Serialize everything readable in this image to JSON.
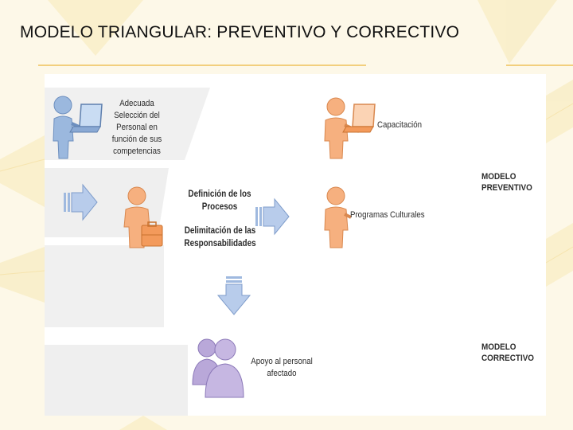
{
  "slide": {
    "title": "MODELO TRIANGULAR: PREVENTIVO Y CORRECTIVO"
  },
  "diagram": {
    "seleccion": "Adecuada\nSelección del\nPersonal en\nfunción de sus\ncompetencias",
    "definicion": "Definición de los\nProcesos",
    "delimitacion": "Delimitación de las\nResponsabilidades",
    "capacitacion": "Capacitación",
    "programas": "Programas Culturales",
    "apoyo": "Apoyo al personal\nafectado",
    "modelo_preventivo": "MODELO\nPREVENTIVO",
    "modelo_correctivo": "MODELO\nCORRECTIVO"
  },
  "colors": {
    "background": "#fdf8e8",
    "accent_rule": "#f2cf7d",
    "person_orange": "#f6b07f",
    "person_blue": "#9bb8de",
    "person_purple": "#b9a8d9",
    "arrow_blue": "#9fb9df"
  },
  "icons": [
    "person-laptop-blue-icon",
    "arrow-right-icon",
    "person-briefcase-icon",
    "person-laptop-orange-icon",
    "person-orange-icon",
    "arrow-right-icon",
    "arrow-down-icon",
    "people-group-icon"
  ]
}
